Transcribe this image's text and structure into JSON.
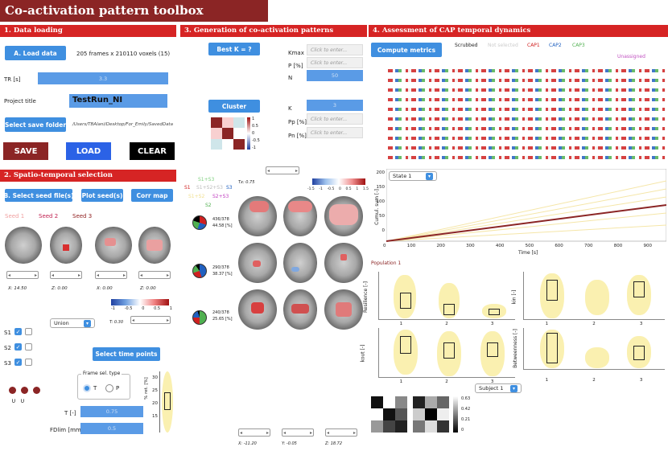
{
  "app_title": "Co-activation pattern toolbox",
  "s1": {
    "header": "1. Data loading",
    "load_btn": "A. Load data",
    "frames_text": "205 frames x 210110 voxels (15)",
    "tr_label": "TR [s]",
    "tr_value": "3.3",
    "project_label": "Project title",
    "project_value": "TestRun_NI",
    "save_folder_btn": "Select save folder",
    "save_path": "/Users/TBAlani/Desktop/For_Emily/SavedData"
  },
  "actions": {
    "save": "SAVE",
    "load": "LOAD",
    "clear": "CLEAR"
  },
  "s2": {
    "header": "2. Spatio-temporal selection",
    "seed_files_btn": "B. Select seed file(s)",
    "plot_seeds_btn": "Plot seed(s)",
    "corr_map_btn": "Corr map",
    "seed1": "Seed 1",
    "seed2": "Seed 2",
    "seed3": "Seed 3",
    "coords": [
      "X: 14.50",
      "Z: 0.00",
      "X: 0.00",
      "Z: 0.00"
    ],
    "cb_ticks": [
      "-1",
      "-0.5",
      "0",
      "0.5",
      "1"
    ],
    "t_val": "T: 0.30",
    "union": "Union",
    "checks": [
      "S1",
      "S2",
      "S3"
    ],
    "time_pts_btn": "Select time points",
    "frame_sel_label": "Frame sel. type",
    "radio_t": "T",
    "radio_p": "P",
    "t_label": "T [-]",
    "t_value": "0.75",
    "fd_label": "FDlim [mm]",
    "fd_value": "0.5",
    "ret_ylabel": "% ret. [%]",
    "ret_ticks": [
      "30",
      "25",
      "20",
      "15"
    ]
  },
  "s3": {
    "header": "3. Generation of co-activation patterns",
    "best_k_btn": "Best K = ?",
    "kmax": "Kmax",
    "p_pct": "P [%]",
    "n": "N",
    "n_value": "50",
    "kmax_ph": "Click to enter...",
    "p_ph": "Click to enter...",
    "cluster_btn": "Cluster",
    "k": "K",
    "k_value": "3",
    "pp": "Pp [%]",
    "pn": "Pn [%]",
    "pp_ph": "Click to enter...",
    "pn_ph": "Click to enter...",
    "corr_ticks": [
      "1",
      "0.5",
      "0",
      "-0.5",
      "-1"
    ],
    "tx": "Tx: 0.75",
    "cb_ticks": [
      "-1.5",
      "-1",
      "-0.5",
      "0",
      "0.5",
      "1",
      "1.5"
    ],
    "venn": {
      "s1s3": "S1+S3",
      "s1s2s3": "S1+S2+S3",
      "s1s2": "S1+S2",
      "s2s3": "S2+S3",
      "s1": "S1",
      "s2": "S2",
      "s3": "S3"
    },
    "caps": [
      {
        "a": "436/378",
        "b": "44.58 [%]"
      },
      {
        "a": "290/378",
        "b": "38.37 [%]"
      },
      {
        "a": "240/378",
        "b": "25.65 [%]"
      }
    ],
    "coords": [
      "X: -11.20",
      "Y: -0.05",
      "Z: 18.72"
    ]
  },
  "s4": {
    "header": "4. Assessment of CAP temporal dynamics",
    "compute_btn": "Compute metrics",
    "legend": {
      "scrubbed": "Scrubbed",
      "not_selected": "Not selected",
      "cap1": "CAP1",
      "cap2": "CAP2",
      "cap3": "CAP3",
      "unassigned": "Unassigned"
    },
    "state_dd": "State 1",
    "cumsum_ylabel": "Cumul. sum [-]",
    "time_xlabel": "Time [s]",
    "x_ticks": [
      "0",
      "100",
      "200",
      "300",
      "400",
      "500",
      "600",
      "700",
      "800",
      "900"
    ],
    "y_ticks": [
      "200",
      "150",
      "100",
      "50",
      "0"
    ],
    "population": "Population 1",
    "resilience": "Resilience [-]",
    "kin": "kin [-]",
    "kout": "kout [-]",
    "betweenness": "Betweenness [-]",
    "subject_dd": "Subject 1",
    "cats": [
      "1",
      "2",
      "3"
    ],
    "gs_ticks": [
      "0.63",
      "0.42",
      "0.21",
      "0"
    ]
  }
}
